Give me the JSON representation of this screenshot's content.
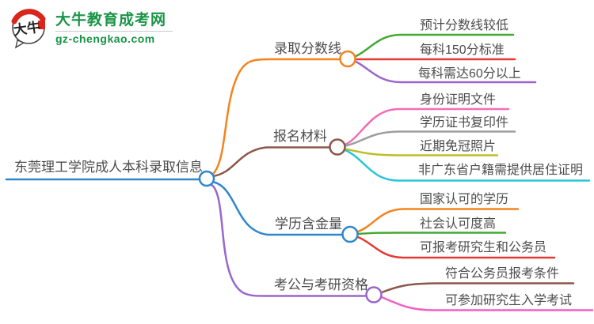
{
  "logo": {
    "emblem_text": "大牛",
    "title": "大牛教育成考网",
    "domain": "gz-chengkao.com",
    "brand_green": "#1a9447",
    "emblem_red": "#d9251c",
    "emblem_ink": "#222222"
  },
  "mindmap": {
    "text_color": "#4d4d4d",
    "root": {
      "label": "东莞理工学院成人本科录取信息",
      "color": "#2f86c9"
    },
    "branches": [
      {
        "label": "录取分数线",
        "color": "#f5831f",
        "children": [
          {
            "label": "预计分数线较低",
            "color": "#43a832"
          },
          {
            "label": "每科150分标准",
            "color": "#e53935"
          },
          {
            "label": "每科需达60分以上",
            "color": "#9966cc"
          }
        ]
      },
      {
        "label": "报名材料",
        "color": "#8d564a",
        "children": [
          {
            "label": "身份证明文件",
            "color": "#ef6eb8"
          },
          {
            "label": "学历证书复印件",
            "color": "#9e9e9e"
          },
          {
            "label": "近期免冠照片",
            "color": "#bcbf2a"
          },
          {
            "label": "非广东省户籍需提供居住证明",
            "color": "#27c5d8"
          }
        ]
      },
      {
        "label": "学历含金量",
        "color": "#2f86c9",
        "children": [
          {
            "label": "国家认可的学历",
            "color": "#f5831f"
          },
          {
            "label": "社会认可度高",
            "color": "#43a832"
          },
          {
            "label": "可报考研究生和公务员",
            "color": "#e53935"
          }
        ]
      },
      {
        "label": "考公与考研资格",
        "color": "#9966cc",
        "children": [
          {
            "label": "符合公务员报考条件",
            "color": "#8d564a"
          },
          {
            "label": "可参加研究生入学考试",
            "color": "#f45fc3"
          }
        ]
      }
    ]
  }
}
